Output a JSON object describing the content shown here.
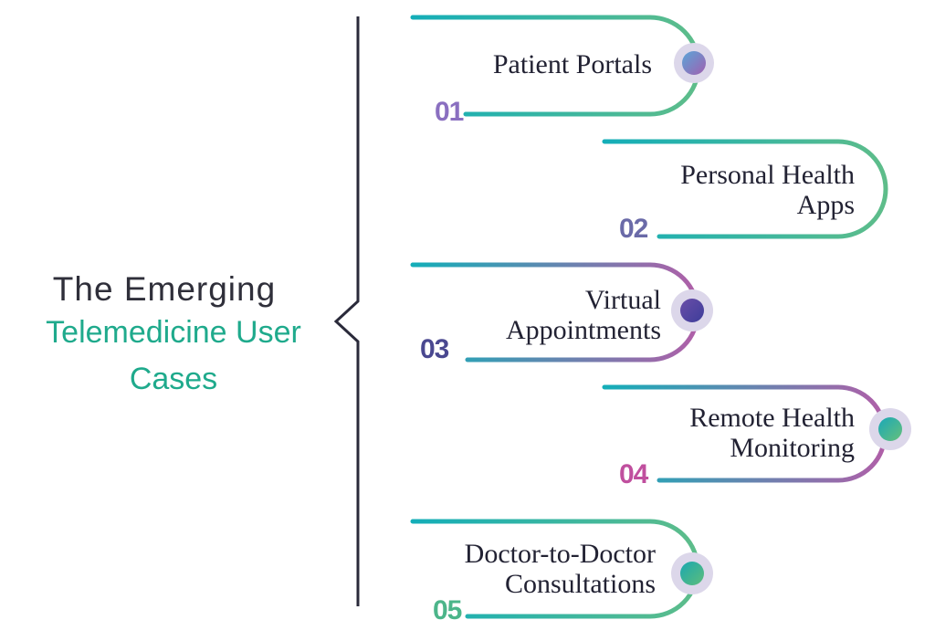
{
  "title": {
    "line1": "The Emerging",
    "line2": "Telemedicine User",
    "line3": "Cases"
  },
  "colors": {
    "title_dark": "#2f2f3a",
    "accent_teal": "#1faa8c",
    "gradient_teal": "#14aeb8",
    "gradient_green": "#5ebd8a",
    "gradient_purple": "#b05fa8",
    "gradient_indigo": "#4f4a9e",
    "bracket": "#2a2a3a"
  },
  "items": [
    {
      "number": "01",
      "label_lines": [
        "Patient Portals"
      ],
      "has_dot": true,
      "dot_icon": "circle-dot-icon"
    },
    {
      "number": "02",
      "label_lines": [
        "Personal Health",
        "Apps"
      ],
      "has_dot": false
    },
    {
      "number": "03",
      "label_lines": [
        "Virtual",
        "Appointments"
      ],
      "has_dot": true,
      "dot_icon": "circle-dot-icon"
    },
    {
      "number": "04",
      "label_lines": [
        "Remote Health",
        "Monitoring"
      ],
      "has_dot": true,
      "dot_icon": "circle-dot-icon"
    },
    {
      "number": "05",
      "label_lines": [
        "Doctor-to-Doctor",
        "Consultations"
      ],
      "has_dot": true,
      "dot_icon": "circle-dot-icon"
    }
  ]
}
